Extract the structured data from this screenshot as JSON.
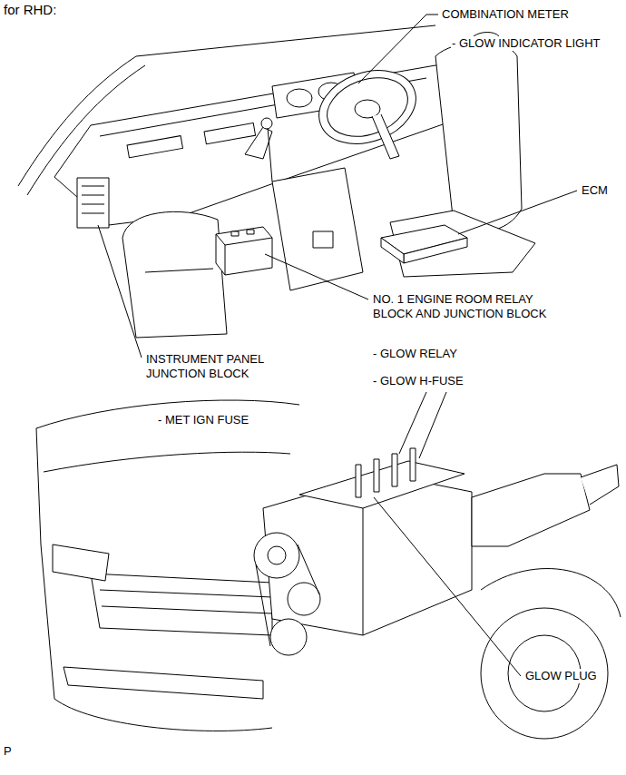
{
  "diagram": {
    "title": "for RHD:",
    "labels": [
      "COMBINATION METER",
      "- GLOW INDICATOR LIGHT",
      "ECM",
      "NO. 1 ENGINE ROOM RELAY BLOCK AND JUNCTION BLOCK",
      "- GLOW RELAY",
      "- GLOW H-FUSE",
      "INSTRUMENT PANEL JUNCTION BLOCK",
      "- MET IGN FUSE",
      "GLOW PLUG",
      "P"
    ]
  }
}
